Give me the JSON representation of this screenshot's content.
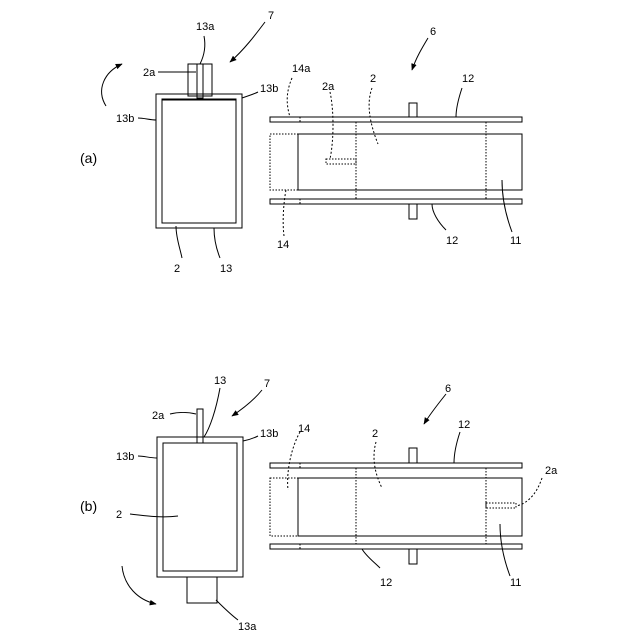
{
  "panels": [
    {
      "id": "a",
      "panel_label": "(a)",
      "labels": {
        "unit_7": "7",
        "unit_6": "6",
        "tab_13a": "13a",
        "tab_2a": "2a",
        "case_13b_left": "13b",
        "case_13b_right": "13b",
        "cell_2": "2",
        "case_13": "13",
        "holder_14a": "14a",
        "holder_14": "14",
        "cell_2_right": "2",
        "tab_2a_right": "2a",
        "plate_12_top": "12",
        "plate_12_bottom": "12",
        "frame_11": "11"
      }
    },
    {
      "id": "b",
      "panel_label": "(b)",
      "labels": {
        "unit_7": "7",
        "unit_6": "6",
        "case_13": "13",
        "tab_2a": "2a",
        "case_13b_left": "13b",
        "case_13b_right": "13b",
        "cell_2": "2",
        "tab_13a": "13a",
        "holder_14": "14",
        "cell_2_right": "2",
        "tab_2a_right": "2a",
        "plate_12_top": "12",
        "plate_12_bottom": "12",
        "frame_11": "11"
      }
    }
  ]
}
